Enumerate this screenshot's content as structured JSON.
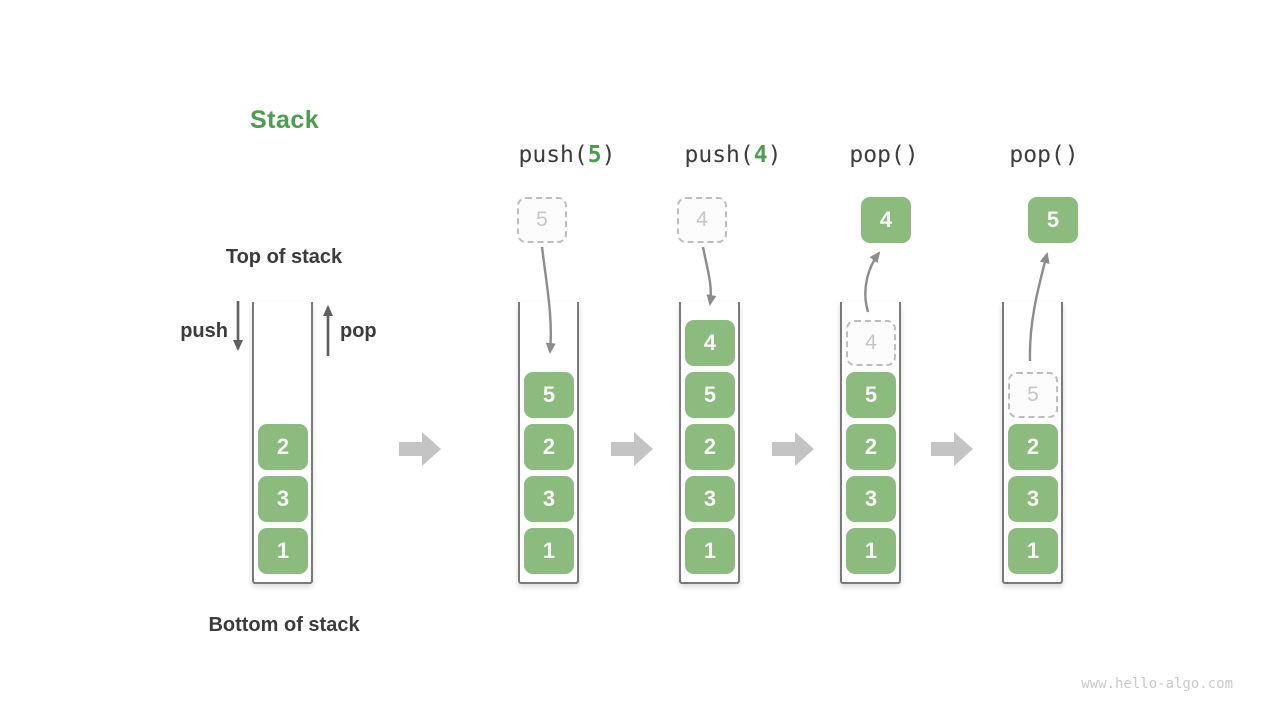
{
  "title": "Stack",
  "watermark": "www.hello-algo.com",
  "annotations": {
    "top_of_stack": "Top of stack",
    "bottom_of_stack": "Bottom of stack",
    "push_label": "push",
    "pop_label": "pop"
  },
  "operations": [
    {
      "pre": "push(",
      "arg": "5",
      "post": ")"
    },
    {
      "pre": "push(",
      "arg": "4",
      "post": ")"
    },
    {
      "pre": "pop()",
      "arg": "",
      "post": ""
    },
    {
      "pre": "pop()",
      "arg": "",
      "post": ""
    }
  ],
  "floating_boxes": {
    "pushed_5": "5",
    "pushed_4": "4",
    "popped_4": "4",
    "popped_5": "5"
  },
  "stacks": {
    "initial": [
      "2",
      "3",
      "1"
    ],
    "after_push_5": [
      "5",
      "2",
      "3",
      "1"
    ],
    "after_push_4": [
      "4",
      "5",
      "2",
      "3",
      "1"
    ],
    "after_pop_4": {
      "ghost": "4",
      "items": [
        "5",
        "2",
        "3",
        "1"
      ]
    },
    "after_pop_5": {
      "ghost": "5",
      "items": [
        "2",
        "3",
        "1"
      ]
    }
  },
  "colors": {
    "accent_green": "#4b9e4f",
    "box_green": "#8bbb7d",
    "dark_text": "#3c3c3c",
    "curved_arrow_gray": "#8c8c8c",
    "block_arrow_gray": "#c4c4c4",
    "ghost_border": "#bdbdbd",
    "ghost_text": "#c6c6c6",
    "wall_gray": "#7a7a7a",
    "watermark_gray": "#c9c9c9"
  }
}
